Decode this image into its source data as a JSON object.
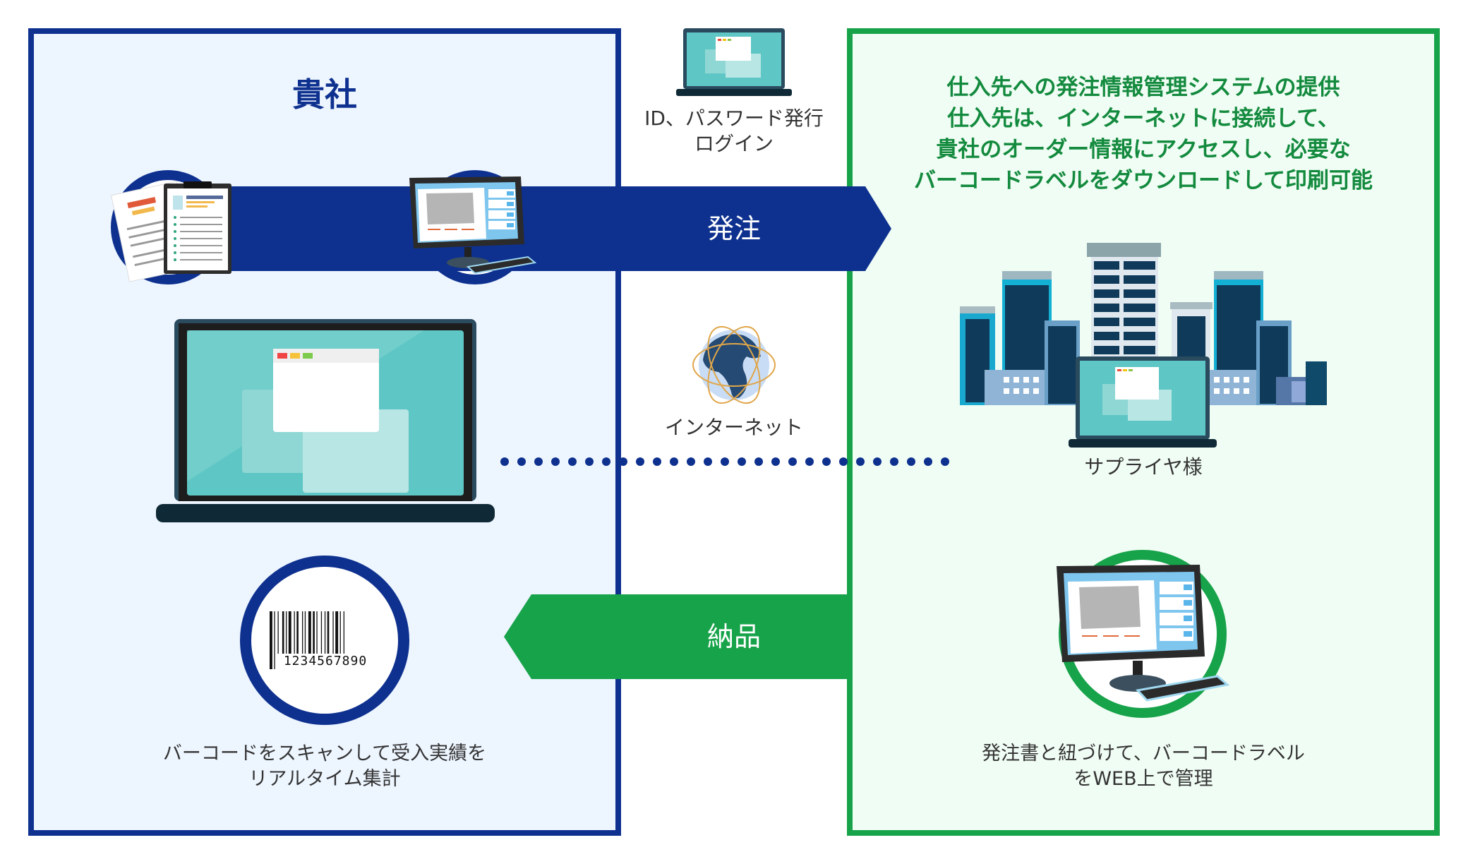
{
  "left_panel": {
    "title": "貴社",
    "caption_lines": [
      "バーコードをスキャンして受入実績を",
      "リアルタイム集計"
    ],
    "barcode_number": "1234567890",
    "border_color": "#0e318f",
    "background_color": "#edf5ff"
  },
  "middle": {
    "login_caption_lines": [
      "ID、パスワード発行",
      "ログイン"
    ],
    "internet_label": "インターネット",
    "order_arrow_label": "発注",
    "delivery_arrow_label": "納品",
    "order_arrow_color": "#0e318f",
    "delivery_arrow_color": "#17a34a"
  },
  "right_panel": {
    "headline_lines": [
      "仕入先への発注情報管理システムの提供",
      "仕入先は、インターネットに接続して、",
      "貴社のオーダー情報にアクセスし、必要な",
      "バーコードラベルをダウンロードして印刷可能"
    ],
    "supplier_label": "サプライヤ様",
    "caption_lines": [
      "発注書と紐づけて、バーコードラベル",
      "をWEB上で管理"
    ],
    "border_color": "#17a34a",
    "background_color": "#f0fdf4"
  },
  "icons": {
    "clipboard": "clipboard-document-icon",
    "order_monitor": "desktop-monitor-icon",
    "company_laptop": "laptop-icon",
    "login_laptop": "laptop-icon",
    "globe": "globe-icon",
    "supplier_buildings": "city-buildings-icon",
    "barcode": "barcode-icon",
    "supplier_monitor": "desktop-monitor-icon"
  }
}
